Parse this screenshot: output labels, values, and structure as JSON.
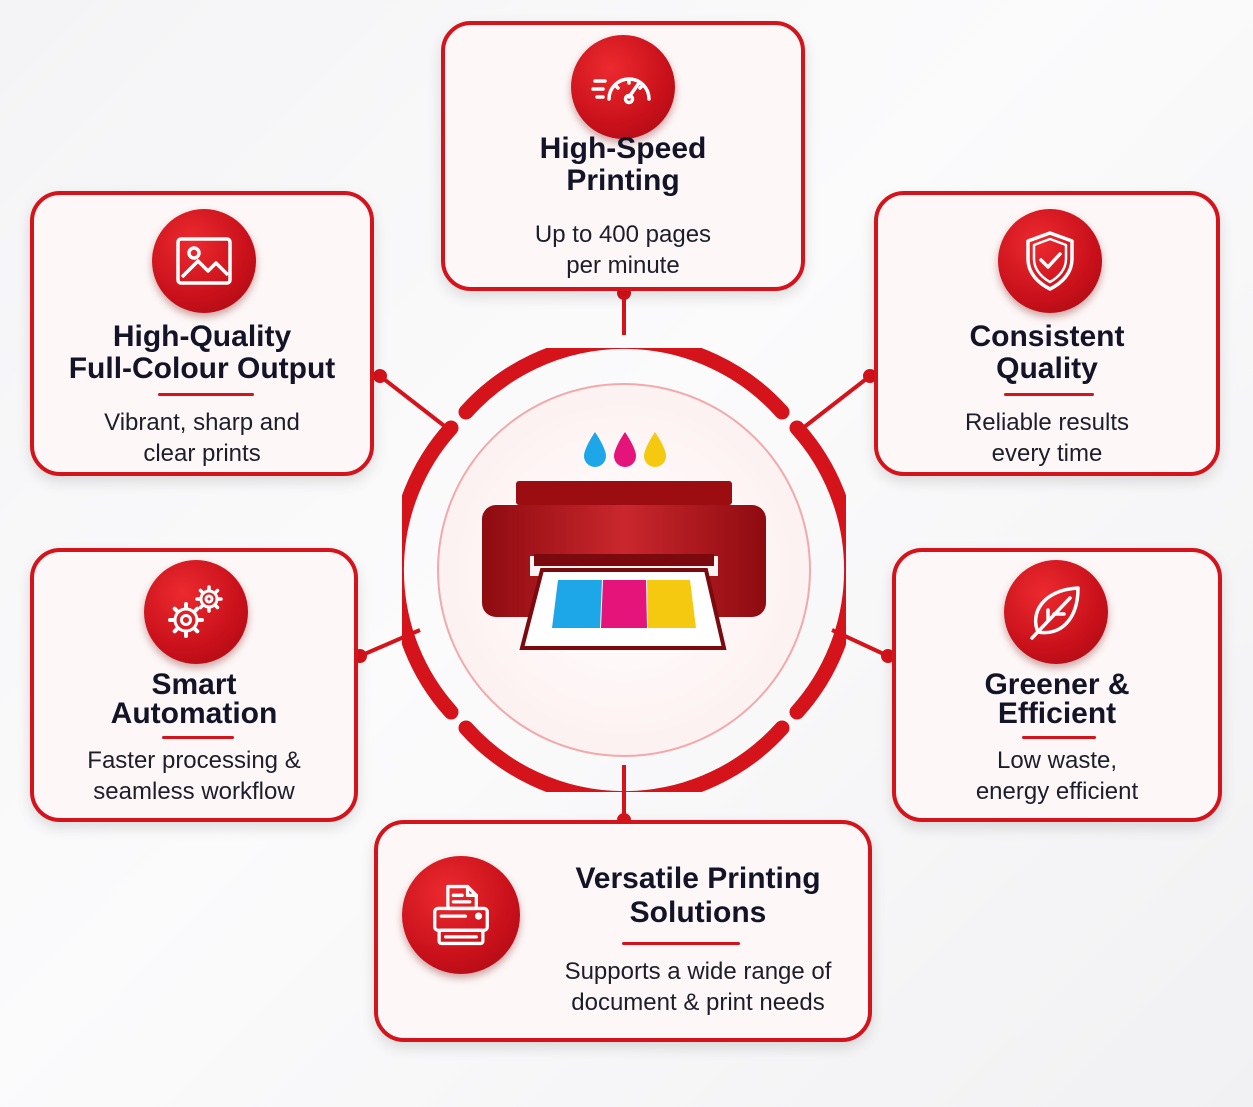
{
  "colors": {
    "accent": "#d5131b",
    "card_bg": "#fdf7f7",
    "printer": "#9c0d12",
    "ink_cyan": "#1ea7e8",
    "ink_magenta": "#e4147a",
    "ink_yellow": "#f5c90f"
  },
  "center": {
    "icon": "printer-icon"
  },
  "features": {
    "speed": {
      "icon": "speedometer-icon",
      "title": [
        "High-Speed",
        "Printing"
      ],
      "desc": [
        "Up to 400 pages",
        "per minute"
      ]
    },
    "quality": {
      "icon": "image-icon",
      "title": [
        "High-Quality",
        "Full-Colour Output"
      ],
      "desc": [
        "Vibrant, sharp and",
        "clear prints"
      ]
    },
    "consistent": {
      "icon": "shield-check-icon",
      "title": [
        "Consistent",
        "Quality"
      ],
      "desc": [
        "Reliable results",
        "every time"
      ]
    },
    "automation": {
      "icon": "gears-icon",
      "title": [
        "Smart",
        "Automation"
      ],
      "desc": [
        "Faster processing &",
        "seamless workflow"
      ]
    },
    "greener": {
      "icon": "leaf-icon",
      "title": [
        "Greener &",
        "Efficient"
      ],
      "desc": [
        "Low waste,",
        "energy efficient"
      ]
    },
    "versatile": {
      "icon": "office-printer-icon",
      "title": [
        "Versatile Printing",
        "Solutions"
      ],
      "desc": [
        "Supports a wide range of",
        "document & print needs"
      ]
    }
  }
}
